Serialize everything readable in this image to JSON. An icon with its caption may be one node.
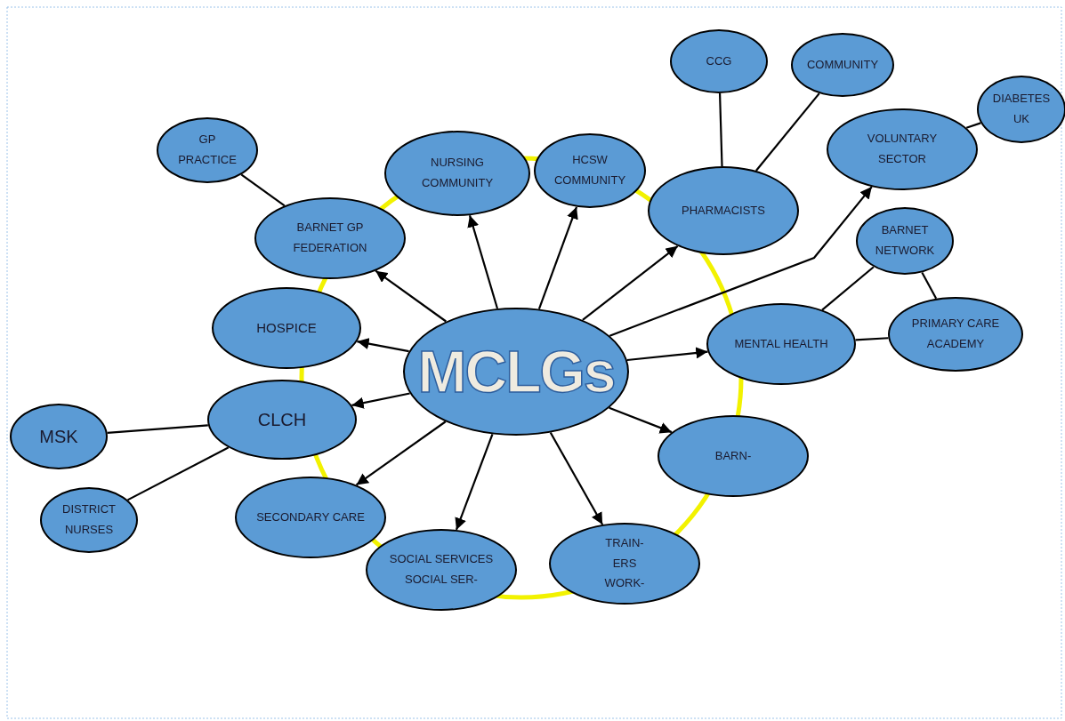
{
  "diagram": {
    "nodes": [
      {
        "text": [
          "MCLGs"
        ]
      },
      {
        "text": [
          "GP PRACTICE"
        ]
      },
      {
        "text": [
          "BARNET GP FEDERATION"
        ]
      },
      {
        "text": [
          "NURSING COMMUNITY"
        ]
      },
      {
        "text": [
          "HCSW COMMUNITY"
        ]
      },
      {
        "text": [
          "CCG"
        ]
      },
      {
        "text": [
          "COMMUNITY"
        ]
      },
      {
        "text": [
          "PHARMACISTS"
        ]
      },
      {
        "text": [
          "DIABETES UK"
        ]
      },
      {
        "text": [
          "VOLUNTARY SECTOR"
        ]
      },
      {
        "text": [
          "HOSPICE"
        ]
      },
      {
        "text": [
          "BARNET NETWORK"
        ]
      },
      {
        "text": [
          "MENTAL HEALTH"
        ]
      },
      {
        "text": [
          "PRIMARY CARE ACADEMY"
        ]
      },
      {
        "text": [
          "CLCH"
        ]
      },
      {
        "text": [
          "MSK"
        ]
      },
      {
        "text": [
          "BARN-"
        ]
      },
      {
        "text": [
          "DISTRICT NURSES"
        ]
      },
      {
        "text": [
          "SECONDARY CARE"
        ]
      },
      {
        "text": [
          "SOCIAL SERVICES",
          "SOCIAL SER-"
        ]
      },
      {
        "text": [
          "TRAIN-",
          "ERS",
          "WORK-"
        ]
      }
    ],
    "edges": [
      {
        "from": 0,
        "to": 2,
        "arrow": "to"
      },
      {
        "from": 0,
        "to": 3,
        "arrow": "to"
      },
      {
        "from": 0,
        "to": 4,
        "arrow": "to"
      },
      {
        "from": 0,
        "to": 7,
        "arrow": "to"
      },
      {
        "from": 0,
        "to": 9,
        "arrow": "to"
      },
      {
        "from": 0,
        "to": 10,
        "arrow": "to"
      },
      {
        "from": 0,
        "to": 12,
        "arrow": "to"
      },
      {
        "from": 0,
        "to": 14,
        "arrow": "to"
      },
      {
        "from": 0,
        "to": 16,
        "arrow": "to"
      },
      {
        "from": 0,
        "to": 18,
        "arrow": "to"
      },
      {
        "from": 0,
        "to": 19,
        "arrow": "to"
      },
      {
        "from": 0,
        "to": 20,
        "arrow": "to"
      },
      {
        "from": 1,
        "to": 2,
        "arrow": "none"
      },
      {
        "from": 5,
        "to": 7,
        "arrow": "none"
      },
      {
        "from": 6,
        "to": 7,
        "arrow": "none"
      },
      {
        "from": 9,
        "to": 8,
        "arrow": "none"
      },
      {
        "from": 11,
        "to": 12,
        "arrow": "none"
      },
      {
        "from": 11,
        "to": 13,
        "arrow": "none"
      },
      {
        "from": 12,
        "to": 13,
        "arrow": "none"
      },
      {
        "from": 14,
        "to": 15,
        "arrow": "none"
      },
      {
        "from": 14,
        "to": 17,
        "arrow": "none"
      }
    ]
  }
}
